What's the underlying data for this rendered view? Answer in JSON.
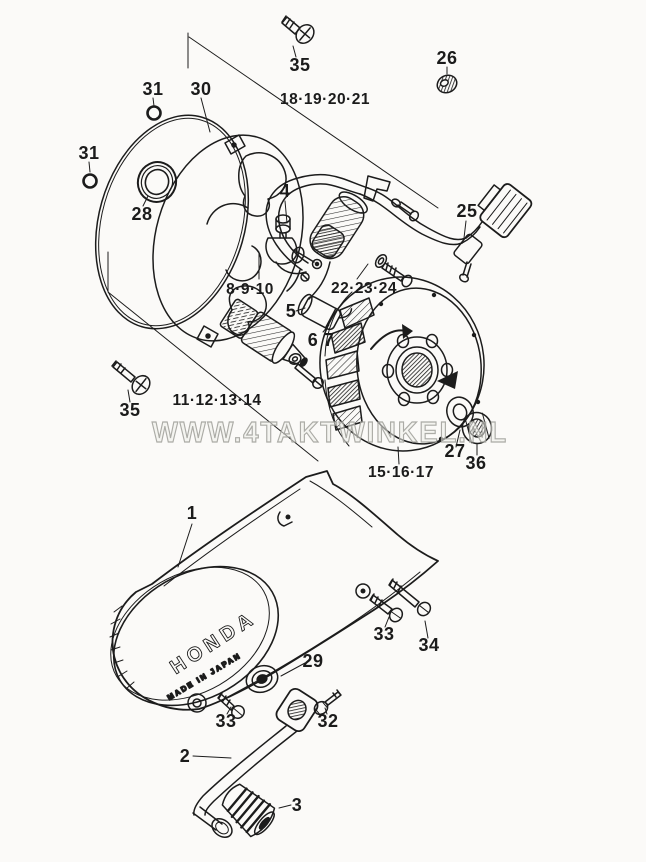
{
  "colors": {
    "ink": "#1c1c1c",
    "paper": "#fbfaf8",
    "watermark_gray": "#9e9d98"
  },
  "watermark": {
    "text": "WWW.4TAKTWINKEL.NL"
  },
  "cover": {
    "logo": "HONDA",
    "stamp": "MADE IN JAPAN"
  },
  "callouts": [
    {
      "part": "screw-cover-top",
      "label": "35"
    },
    {
      "part": "wire-grommet",
      "label": "26"
    },
    {
      "part": "o-ring-upper",
      "label": "31"
    },
    {
      "part": "gasket",
      "label": "30"
    },
    {
      "part": "harness-group",
      "label": "18·19·20·21"
    },
    {
      "part": "o-ring-lower",
      "label": "31"
    },
    {
      "part": "oil-seal",
      "label": "28"
    },
    {
      "part": "contact-breaker",
      "label": "4"
    },
    {
      "part": "wire-harness",
      "label": "25"
    },
    {
      "part": "coil-group",
      "label": "8·9·10"
    },
    {
      "part": "screw-group",
      "label": "22·23·24"
    },
    {
      "part": "condenser",
      "label": "5"
    },
    {
      "part": "cam-group",
      "label": "6 7"
    },
    {
      "part": "stator-plate-group",
      "label": "11·12·13·14"
    },
    {
      "part": "screw-cover-left",
      "label": "35"
    },
    {
      "part": "flywheel-group",
      "label": "15·16·17"
    },
    {
      "part": "washer",
      "label": "27"
    },
    {
      "part": "nut",
      "label": "36"
    },
    {
      "part": "side-cover",
      "label": "1"
    },
    {
      "part": "bolt-short-right",
      "label": "33"
    },
    {
      "part": "bolt-long",
      "label": "34"
    },
    {
      "part": "cover-grommet",
      "label": "29"
    },
    {
      "part": "bolt-short-left",
      "label": "33"
    },
    {
      "part": "bolt-flange",
      "label": "32"
    },
    {
      "part": "kick-lever",
      "label": "2"
    },
    {
      "part": "kick-pedal",
      "label": "3"
    }
  ]
}
